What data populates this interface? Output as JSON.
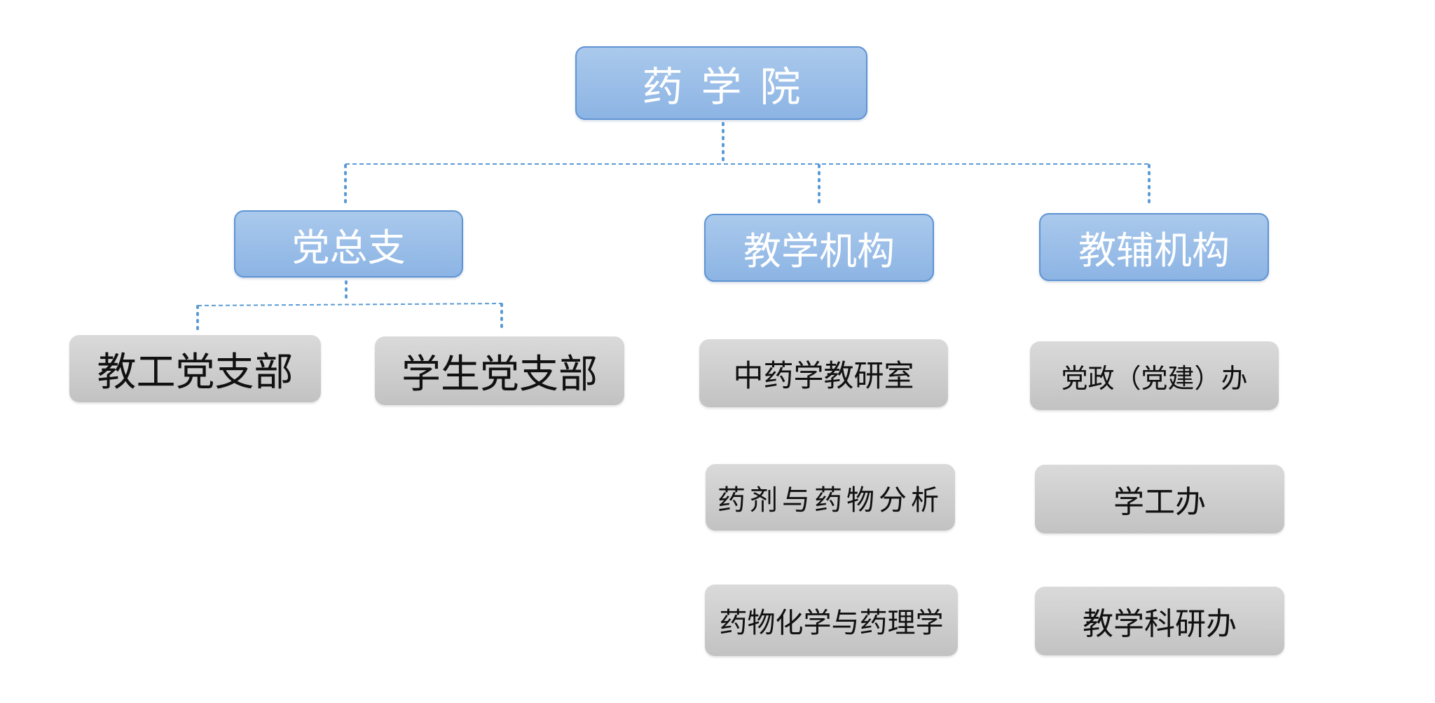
{
  "colors": {
    "blue_fill_top": "#aac9ec",
    "blue_fill_bottom": "#8cb4e4",
    "blue_border": "#5f93d3",
    "gray_fill_top": "#dadada",
    "gray_fill_bottom": "#c2c2c2",
    "connector": "#5b9bd5"
  },
  "nodes": {
    "root": "药学院",
    "party": "党总支",
    "teaching": "教学机构",
    "auxiliary": "教辅机构",
    "party_branches": [
      "教工党支部",
      "学生党支部"
    ],
    "teaching_units": [
      "中药学教研室",
      "药剂与药物分析",
      "药物化学与药理学"
    ],
    "auxiliary_units": [
      "党政（党建）办",
      "学工办",
      "教学科研办"
    ]
  }
}
